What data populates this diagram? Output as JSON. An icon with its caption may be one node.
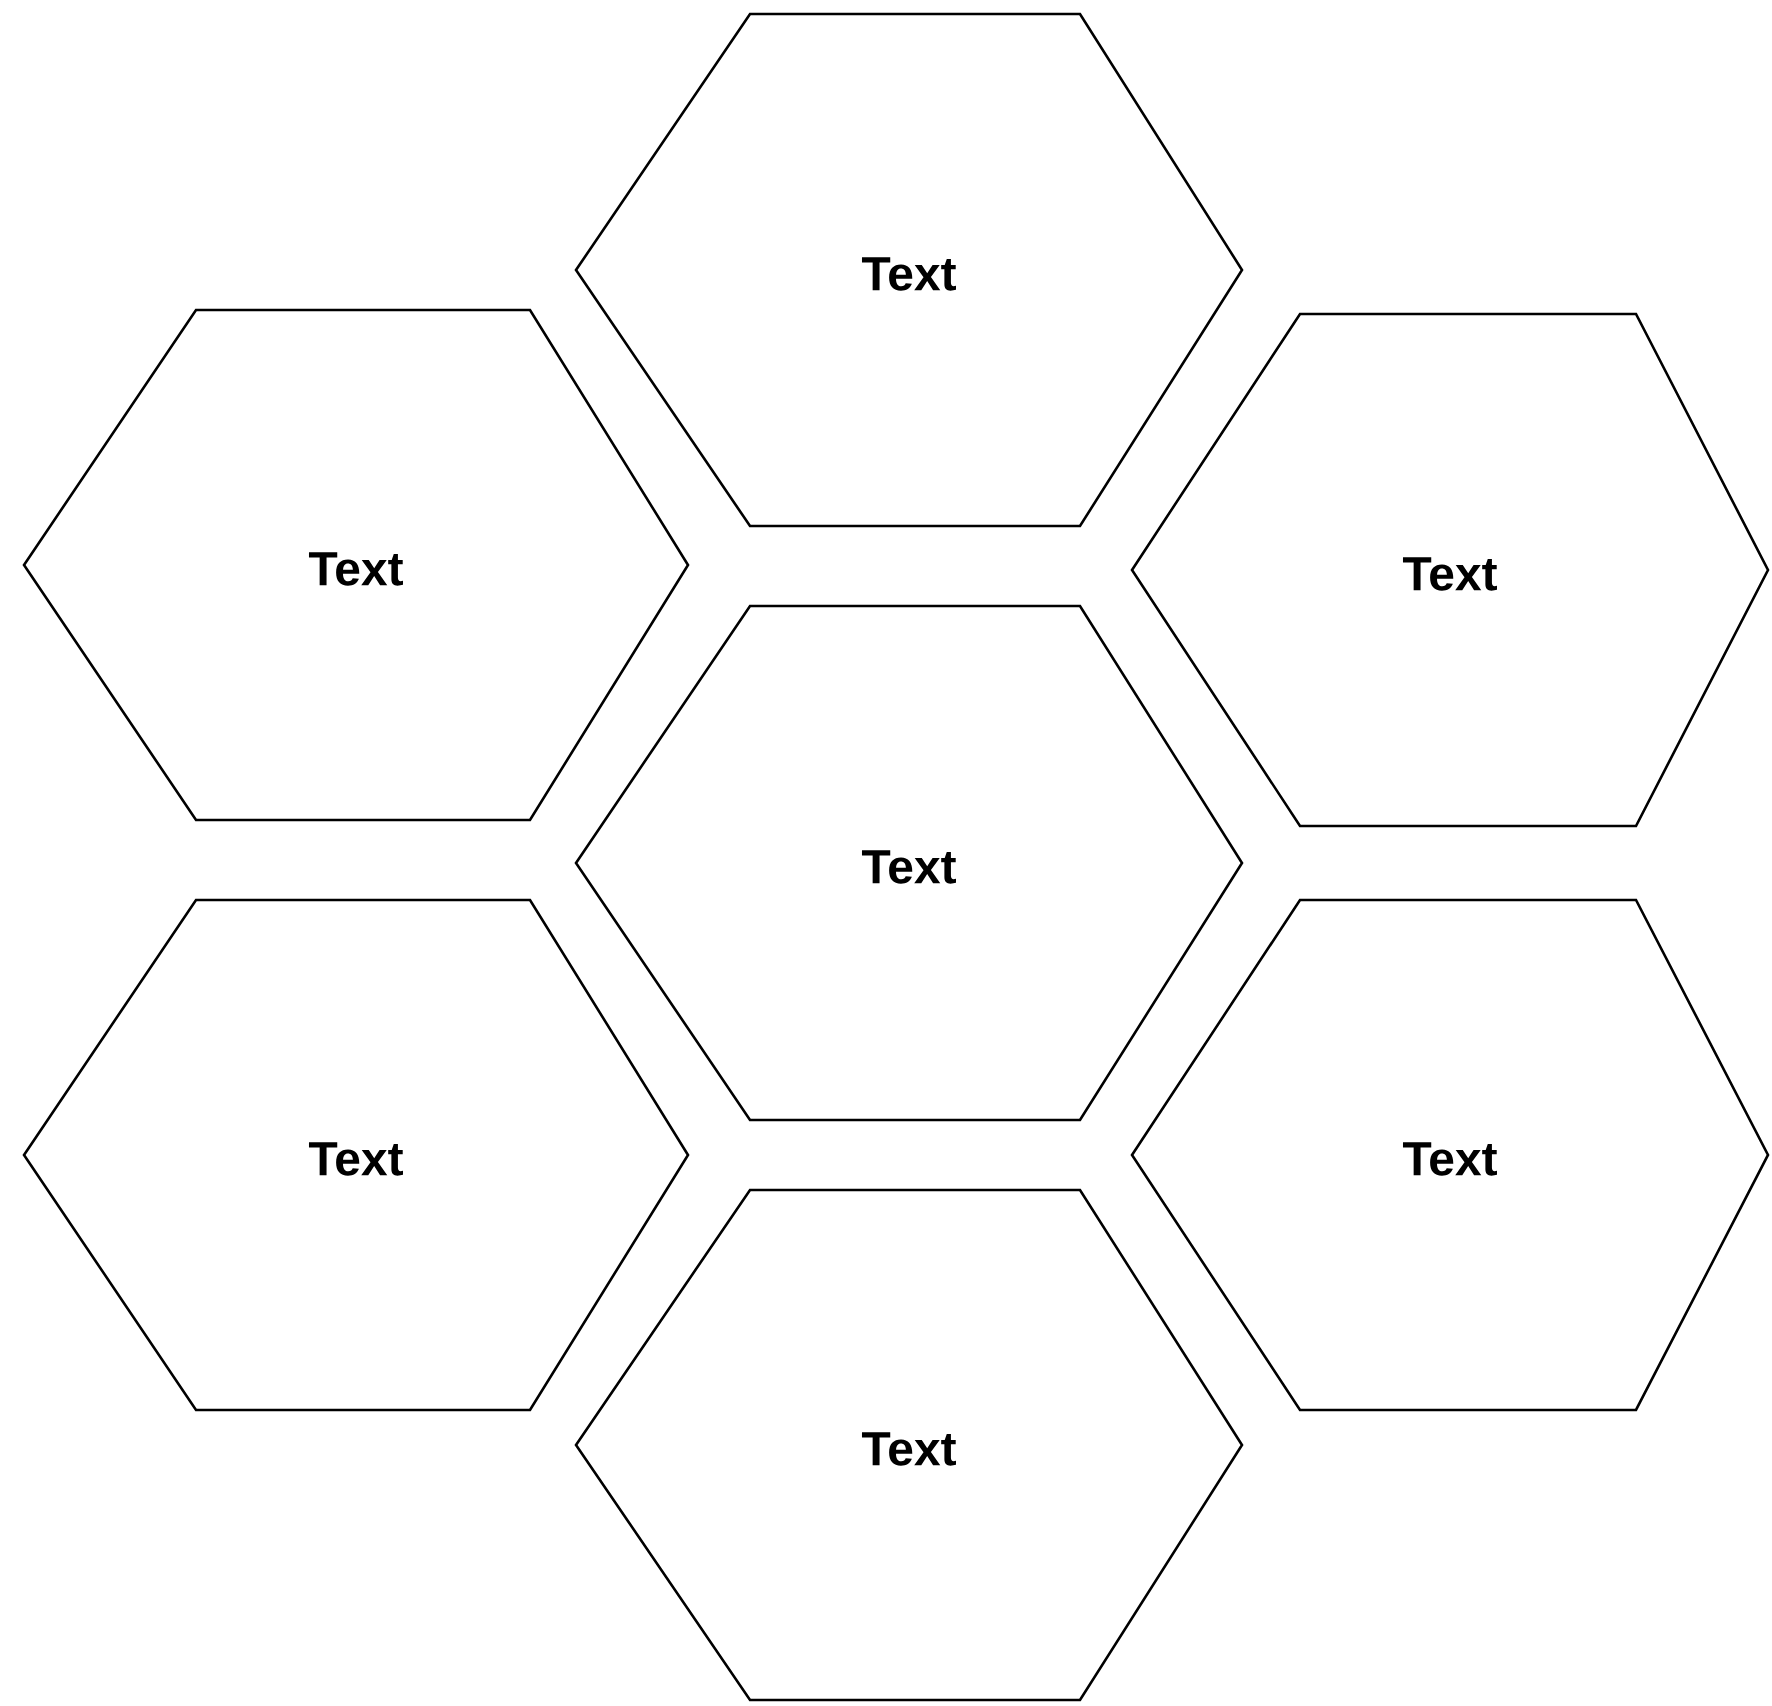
{
  "diagram": {
    "nodes": [
      {
        "text": [
          "Text"
        ]
      },
      {
        "text": [
          "Text"
        ]
      },
      {
        "text": [
          "Text"
        ]
      },
      {
        "text": [
          "Text"
        ]
      },
      {
        "text": [
          "Text"
        ]
      },
      {
        "text": [
          "Text"
        ]
      },
      {
        "text": [
          "Text"
        ]
      }
    ]
  }
}
